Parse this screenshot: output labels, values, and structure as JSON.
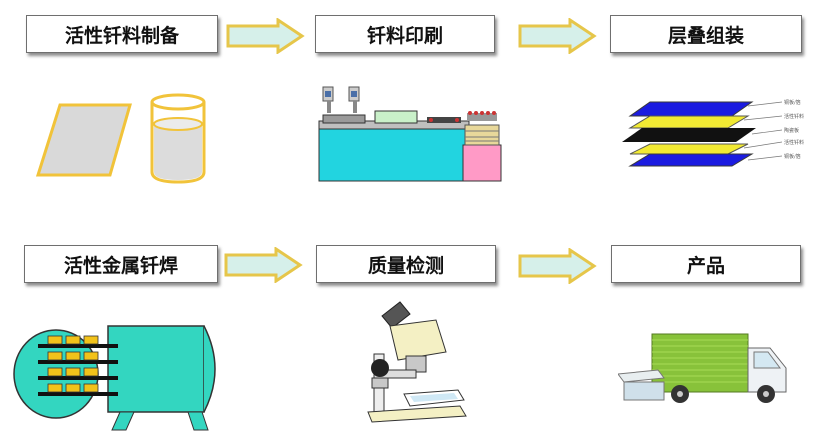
{
  "steps": [
    {
      "label": "活性钎料制备"
    },
    {
      "label": "钎料印刷"
    },
    {
      "label": "层叠组装"
    },
    {
      "label": "活性金属钎焊"
    },
    {
      "label": "质量检测"
    },
    {
      "label": "产品"
    }
  ],
  "stack_labels": [
    "铜板/箔",
    "活性钎料",
    "陶瓷板",
    "活性钎料",
    "铜板/箔"
  ],
  "colors": {
    "arrow_fill": "#d6f0ea",
    "arrow_stroke": "#e6c64a",
    "furnace": "#33d6c0",
    "copper_blue": "#1b1be0",
    "solder_yellow": "#f2ea33",
    "ceramic_black": "#111111",
    "truck_green": "#88c23a"
  }
}
